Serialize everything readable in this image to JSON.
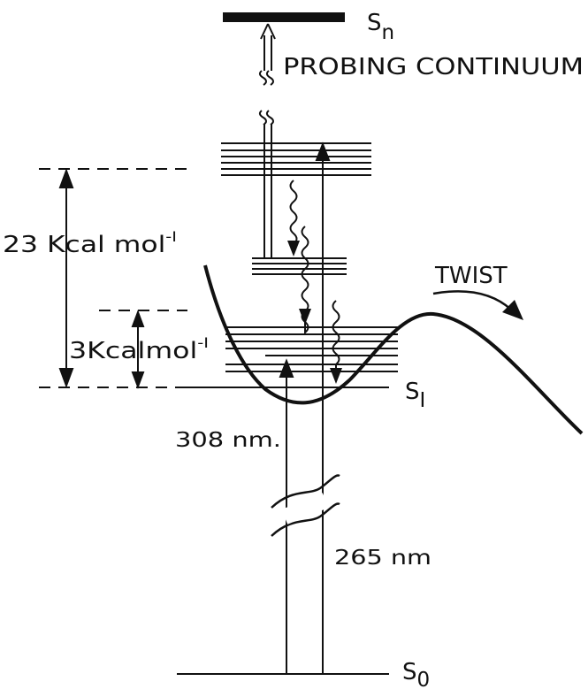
{
  "labels": {
    "sn": {
      "main": "S",
      "sub": "n"
    },
    "s1": {
      "main": "S",
      "sub": "I"
    },
    "s0": {
      "main": "S",
      "sub": "0"
    },
    "probing": "PROBING CONTINUUM",
    "twist": "TWIST",
    "energy_23": {
      "main": "23 Kcal mol",
      "sup": "-I"
    },
    "energy_3": {
      "main": "3Kcalmol",
      "sup": "-I"
    },
    "wl_308": "308 nm.",
    "wl_265": "265 nm"
  },
  "colors": {
    "ink": "#111111",
    "background": "#ffffff"
  }
}
